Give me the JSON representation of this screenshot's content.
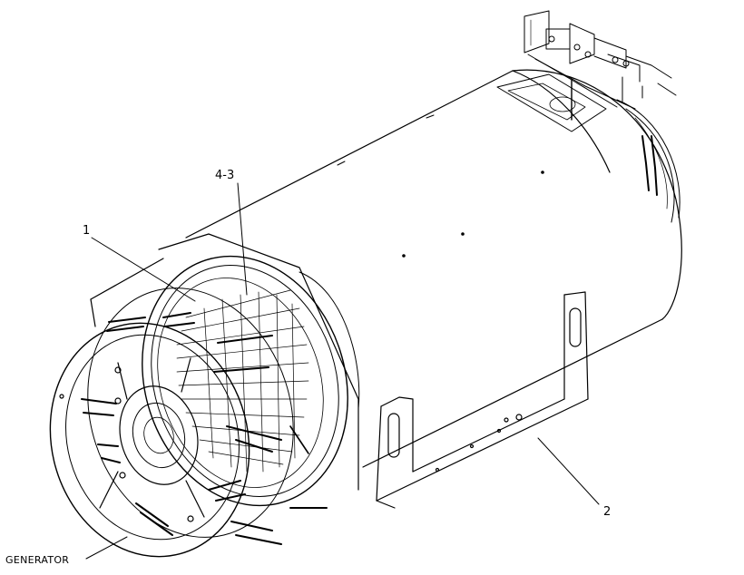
{
  "callouts": {
    "part_4_3": "4-3",
    "part_1": "1",
    "part_2": "2",
    "generator": "GENERATOR"
  },
  "colors": {
    "line": "#000000",
    "background": "#ffffff"
  }
}
